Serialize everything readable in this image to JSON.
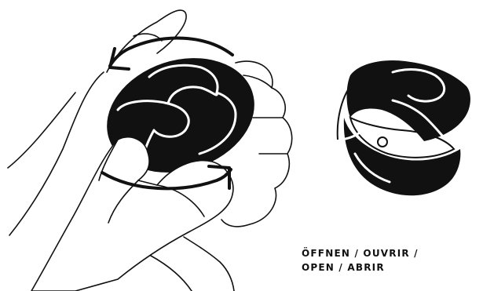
{
  "caption": {
    "line1": "ÖFFNEN / OUVRIR /",
    "line2": "OPEN / ABRIR"
  },
  "colors": {
    "ink": "#111111",
    "paper": "#ffffff"
  },
  "icons": [
    "rotate-counterclockwise-arrow",
    "rotate-clockwise-arrow"
  ]
}
